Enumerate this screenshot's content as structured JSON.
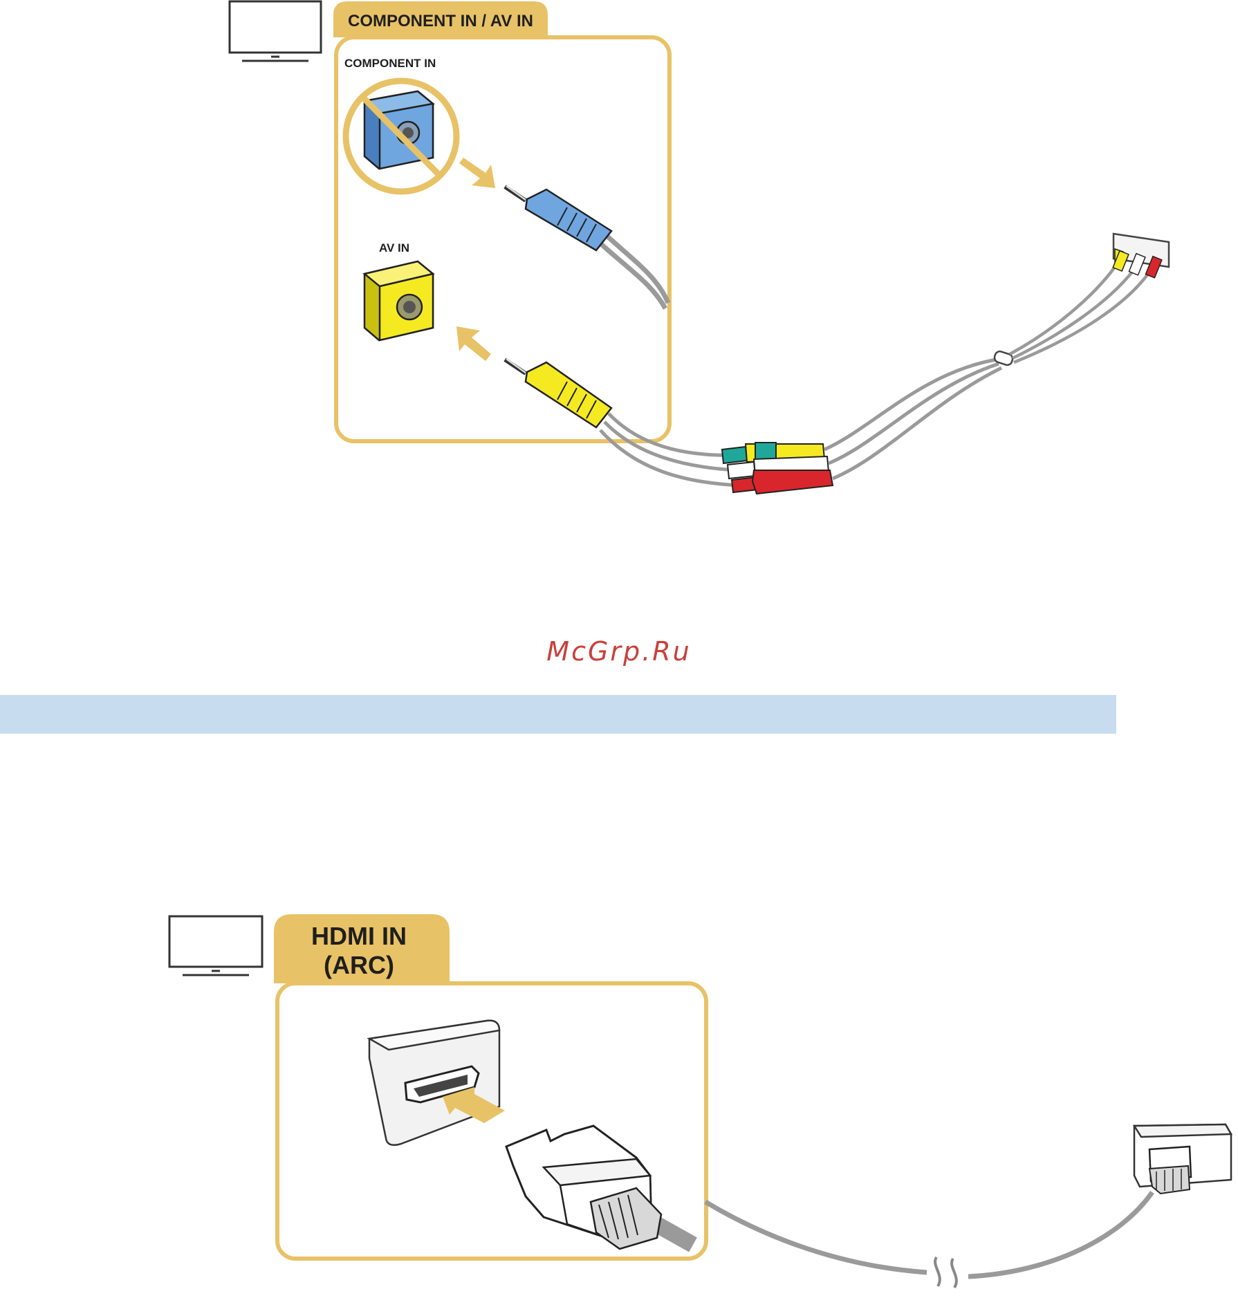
{
  "component_section": {
    "tab_label": "COMPONENT IN / AV IN",
    "component_port_label": "COMPONENT IN",
    "av_port_label": "AV IN"
  },
  "hdmi_section": {
    "tab_label_line1": "HDMI IN",
    "tab_label_line2": "(ARC)"
  },
  "watermark": "McGrp.Ru",
  "colors": {
    "accent_gold": "#e8c266",
    "component_blue": "#6fa6df",
    "av_yellow": "#f5ea22",
    "plug_red": "#d8262c",
    "plug_green": "#1fa89a",
    "cable_gray": "#9a9a9a",
    "band_blue": "#c8dcf0"
  }
}
